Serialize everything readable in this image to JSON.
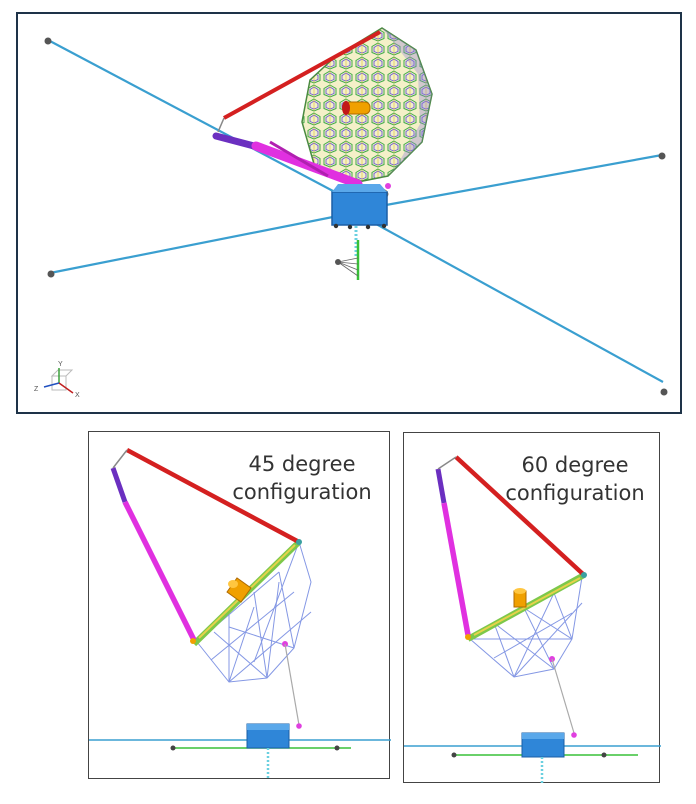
{
  "views": {
    "main": {
      "axes": {
        "y": "Y",
        "z": "Z",
        "x": "X"
      }
    },
    "config_45": {
      "label_line1": "45 degree",
      "label_line2": "configuration"
    },
    "config_60": {
      "label_line1": "60 degree",
      "label_line2": "configuration"
    }
  },
  "colors": {
    "tether": "#3a9fd0",
    "upper_boom": "#d42020",
    "lower_boom": "#e030e0",
    "boom_root": "#6b2fc0",
    "bus": "#2f86d8",
    "feed": "#f0a000",
    "truss": "#6f86e0",
    "anchor": "#555555"
  }
}
